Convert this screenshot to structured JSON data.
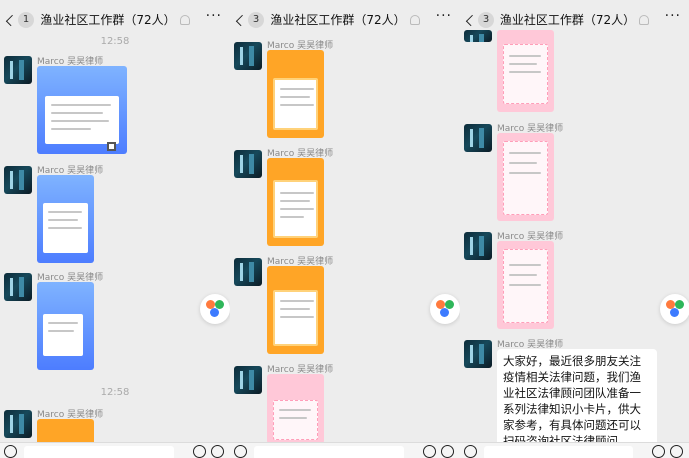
{
  "screens": [
    {
      "back_count": "1",
      "title": "渔业社区工作群（72人）",
      "more": "···",
      "times": [
        "12:58",
        "12:58"
      ]
    },
    {
      "back_count": "3",
      "title": "渔业社区工作群（72人）",
      "more": "···",
      "times": []
    },
    {
      "back_count": "3",
      "title": "渔业社区工作群（72人）",
      "more": "···",
      "times": []
    }
  ],
  "sender_name": "Marco 吴昊律师",
  "text_message": "大家好，最近很多朋友关注疫情相关法律问题，我们渔业社区法律顾问团队准备一系列法律知识小卡片，供大家参考，有具体问题还可以扫码咨询社区法律顾问",
  "icons": {
    "back": "chevron-left-icon",
    "mute": "mute-bell-icon",
    "more": "more-dots-icon",
    "voice": "voice-icon",
    "emoji": "emoji-icon",
    "plus": "plus-icon",
    "floating": "floating-app-icon"
  },
  "colors": {
    "background": "#ededed",
    "card_blue": "#5b8cff",
    "card_orange": "#ffa526",
    "card_pink": "#ffc8d8"
  }
}
